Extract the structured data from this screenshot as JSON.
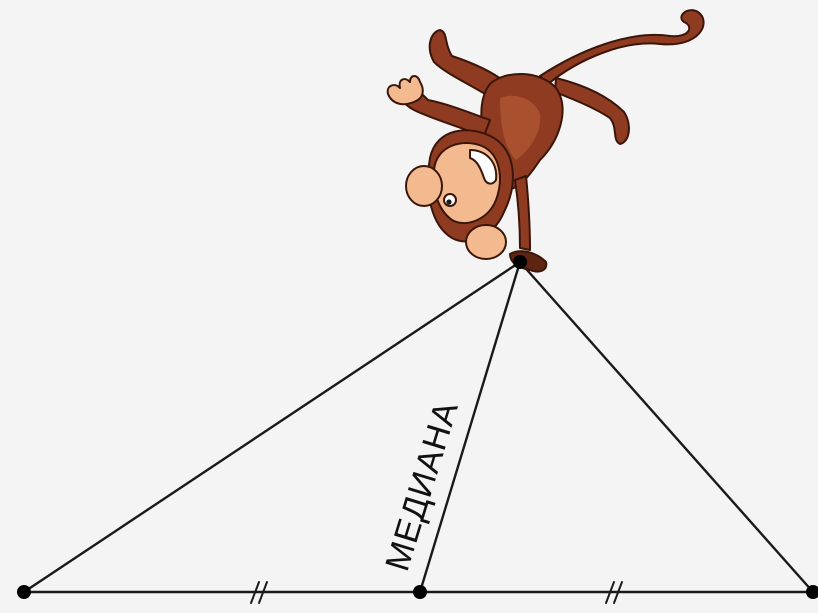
{
  "diagram": {
    "median_label": "МЕДИАНА",
    "colors": {
      "background": "#f4f4f4",
      "lines": "#1a1a1a",
      "points": "#000000",
      "monkey_fur": "#8e3b22",
      "monkey_fur_dark": "#5e2412",
      "monkey_skin": "#f3b98f",
      "monkey_skin_shadow": "#d8926a"
    },
    "points": [
      "left-vertex",
      "apex",
      "midpoint",
      "right-vertex"
    ],
    "equal_marks": "//"
  }
}
